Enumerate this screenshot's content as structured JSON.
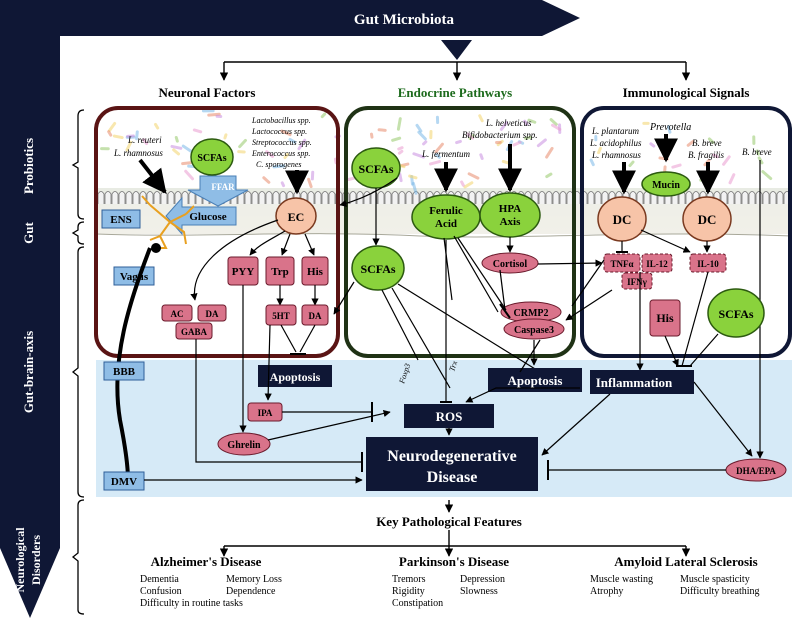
{
  "header": {
    "title": "Gut Microbiota"
  },
  "side_labels": {
    "probiotics": "Probiotics",
    "gut": "Gut",
    "gut_brain_axis": "Gut-brain-axis",
    "neurological_disorders": [
      "Neurological",
      "Disorders"
    ]
  },
  "columns": {
    "neuronal": "Neuronal Factors",
    "endocrine": "Endocrine Pathways",
    "immunological": "Immunological Signals"
  },
  "neuronal": {
    "species_left": [
      "L. reuteri",
      "L. rhamnosus"
    ],
    "species_right": [
      "Lactobacillus spp.",
      "Lactococcus spp.",
      "Streptococcus spp.",
      "Enterococcus spp.",
      "C. sporogenes"
    ],
    "scfas": "SCFAs",
    "ffar": "FFAR",
    "glucose": "Glucose",
    "ens": "ENS",
    "ec": "EC",
    "vagus": "Vagus",
    "pyy": "PYY",
    "trp": "Trp",
    "his": "His",
    "ac": "AC",
    "da": "DA",
    "gaba": "GABA",
    "ht5": "5HT",
    "da2": "DA",
    "apoptosis": "Apoptosis",
    "bbb": "BBB",
    "ipa": "IPA",
    "ghrelin": "Ghrelin",
    "dmv": "DMV"
  },
  "endocrine": {
    "scfas_top": "SCFAs",
    "species_a": [
      "L. fermentum"
    ],
    "species_b": [
      "L. helveticus",
      "Bifidobacterium spp."
    ],
    "ferulic": [
      "Ferulic",
      "Acid"
    ],
    "hpa": [
      "HPA",
      "Axis"
    ],
    "scfas_mid": "SCFAs",
    "cortisol": "Cortisol",
    "crmp2": "CRMP2",
    "caspase3": "Caspase3",
    "foxp3": "Foxp3",
    "trx": "Trx",
    "apoptosis": "Apoptosis"
  },
  "immunological": {
    "species_left": [
      "L. plantarum",
      "L. acidophilus",
      "L. rhamnosus"
    ],
    "prevotella": "Prevotella",
    "species_right": [
      "B. breve",
      "B. fragilis"
    ],
    "b_breve": "B. breve",
    "mucin": "Mucin",
    "dc1": "DC",
    "dc2": "DC",
    "tnf": "TNFα",
    "il12": "IL-12",
    "ifn": "IFNγ",
    "il10": "IL-10",
    "his": "His",
    "scfas": "SCFAs",
    "inflammation": "Inflammation",
    "dha": "DHA/EPA"
  },
  "center": {
    "ros": "ROS",
    "neuro": [
      "Neurodegenerative",
      "Disease"
    ]
  },
  "features": {
    "title": "Key Pathological Features",
    "diseases": [
      {
        "name": "Alzheimer's Disease",
        "col1": [
          "Dementia",
          "Confusion"
        ],
        "col2": [
          "Memory Loss",
          "Dependence"
        ],
        "extra": "Difficulty in routine tasks"
      },
      {
        "name": "Parkinson's Disease",
        "col1": [
          "Tremors",
          "Rigidity",
          "Constipation"
        ],
        "col2": [
          "Depression",
          "Slowness"
        ],
        "extra": ""
      },
      {
        "name": "Amyloid Lateral Sclerosis",
        "col1": [
          "Muscle wasting",
          "Atrophy"
        ],
        "col2": [
          "Muscle spasticity",
          "Difficulty breathing"
        ],
        "extra": ""
      }
    ]
  },
  "colors": {
    "navy": "#0f1735",
    "maroon": "#5a1414",
    "darkgreen": "#1f3215",
    "green": "#8ad23c",
    "pink": "#d9738a",
    "salmon": "#f7c4a8",
    "lightblue": "#8fbde6",
    "bloodbrain": "#d6eaf7"
  }
}
